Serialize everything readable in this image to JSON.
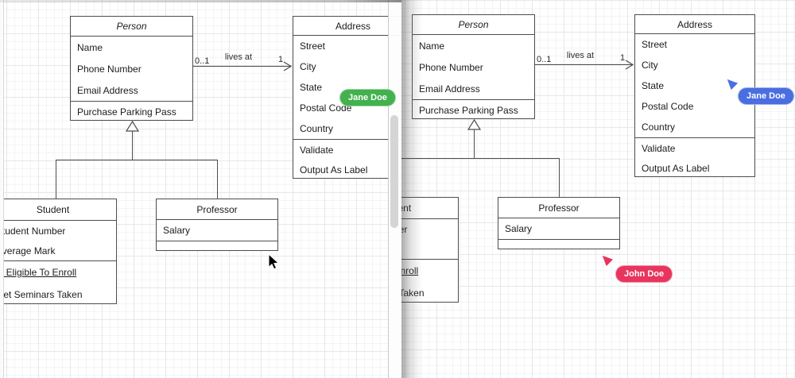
{
  "diagram": {
    "classes": {
      "person": {
        "title": "Person",
        "attributes": [
          "Name",
          "Phone Number",
          "Email Address"
        ],
        "methods": [
          "Purchase Parking Pass"
        ]
      },
      "address": {
        "title": "Address",
        "attributes": [
          "Street",
          "City",
          "State",
          "Postal Code",
          "Country"
        ],
        "methods": [
          "Validate",
          "Output As Label"
        ]
      },
      "student": {
        "title": "Student",
        "attributes": [
          "Student Number",
          "Average Mark"
        ],
        "methods": [
          "Is Eligible To Enroll",
          "Get Seminars Taken"
        ]
      },
      "professor": {
        "title": "Professor",
        "attributes": [
          "Salary"
        ],
        "methods": []
      }
    },
    "association": {
      "label": "lives at",
      "source_multiplicity": "0..1",
      "target_multiplicity": "1"
    }
  },
  "collaborators": {
    "jane_green": {
      "name": "Jane Doe",
      "color": "#43b14e"
    },
    "jane_blue": {
      "name": "Jane Doe",
      "color": "#4a6ee0"
    },
    "john_red": {
      "name": "John Doe",
      "color": "#e8355e"
    },
    "local_cursor_color": "#000000"
  }
}
